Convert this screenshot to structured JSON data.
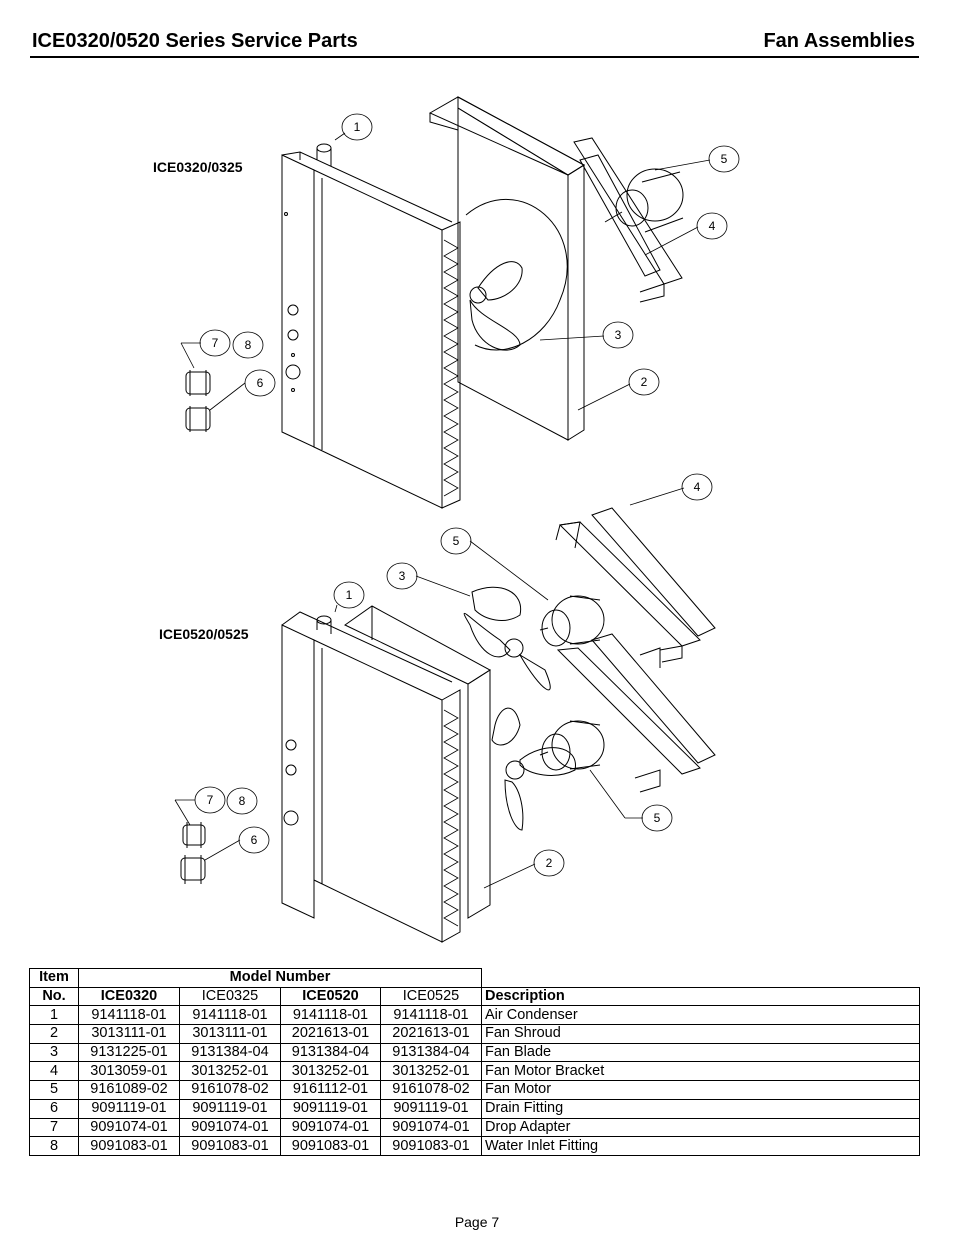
{
  "header": {
    "title": "ICE0320/0520 Series Service Parts",
    "section": "Fan Assemblies"
  },
  "diagrams": {
    "top_label": "ICE0320/0325",
    "bottom_label": "ICE0520/0525",
    "top_callouts": [
      "1",
      "5",
      "4",
      "3",
      "2",
      "7",
      "8",
      "6"
    ],
    "bottom_callouts": [
      "4",
      "5",
      "3",
      "1",
      "7",
      "8",
      "6",
      "2",
      "5"
    ]
  },
  "table": {
    "head1": {
      "item": "Item",
      "model_number": "Model Number"
    },
    "head2": {
      "item": "No.",
      "m1": "ICE0320",
      "m2": "ICE0325",
      "m3": "ICE0520",
      "m4": "ICE0525",
      "description": "Description"
    },
    "rows": [
      {
        "item": "1",
        "m1": "9141118-01",
        "m2": "9141118-01",
        "m3": "9141118-01",
        "m4": "9141118-01",
        "desc": "Air Condenser"
      },
      {
        "item": "2",
        "m1": "3013111-01",
        "m2": "3013111-01",
        "m3": "2021613-01",
        "m4": "2021613-01",
        "desc": "Fan Shroud"
      },
      {
        "item": "3",
        "m1": "9131225-01",
        "m2": "9131384-04",
        "m3": "9131384-04",
        "m4": "9131384-04",
        "desc": "Fan Blade"
      },
      {
        "item": "4",
        "m1": "3013059-01",
        "m2": "3013252-01",
        "m3": "3013252-01",
        "m4": "3013252-01",
        "desc": "Fan Motor Bracket"
      },
      {
        "item": "5",
        "m1": "9161089-02",
        "m2": "9161078-02",
        "m3": "9161112-01",
        "m4": "9161078-02",
        "desc": "Fan Motor"
      },
      {
        "item": "6",
        "m1": "9091119-01",
        "m2": "9091119-01",
        "m3": "9091119-01",
        "m4": "9091119-01",
        "desc": "Drain Fitting"
      },
      {
        "item": "7",
        "m1": "9091074-01",
        "m2": "9091074-01",
        "m3": "9091074-01",
        "m4": "9091074-01",
        "desc": "Drop Adapter"
      },
      {
        "item": "8",
        "m1": "9091083-01",
        "m2": "9091083-01",
        "m3": "9091083-01",
        "m4": "9091083-01",
        "desc": "Water Inlet Fitting"
      }
    ]
  },
  "footer": {
    "page": "Page 7"
  }
}
